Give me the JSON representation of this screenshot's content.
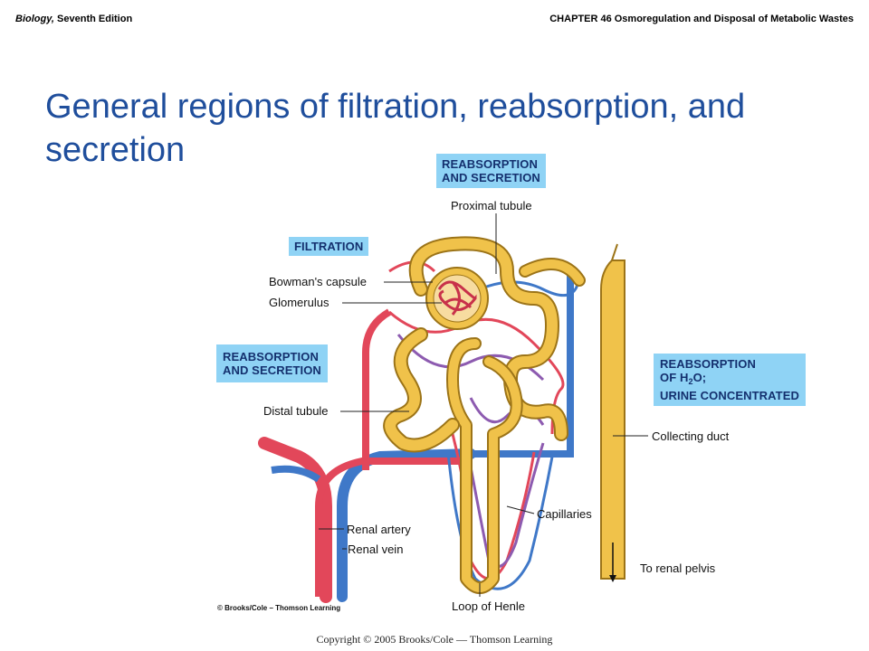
{
  "header": {
    "book_title": "Biology,",
    "book_edition": " Seventh Edition",
    "chapter": "CHAPTER 46 Osmoregulation and Disposal of Metabolic Wastes"
  },
  "slide": {
    "title": "General regions of filtration, reabsorption, and secretion"
  },
  "diagram": {
    "region_boxes": {
      "reabsorption_secretion_top_1": "REABSORPTION",
      "reabsorption_secretion_top_2": "AND SECRETION",
      "filtration": "FILTRATION",
      "reabsorption_secretion_left_1": "REABSORPTION",
      "reabsorption_secretion_left_2": "AND SECRETION",
      "reabsorption_water_1": "REABSORPTION",
      "reabsorption_water_2_prefix": "OF H",
      "reabsorption_water_2_sub": "2",
      "reabsorption_water_2_suffix": "O;",
      "reabsorption_water_3": "URINE CONCENTRATED"
    },
    "labels": {
      "proximal_tubule": "Proximal tubule",
      "bowmans_capsule": "Bowman's capsule",
      "glomerulus": "Glomerulus",
      "distal_tubule": "Distal tubule",
      "collecting_duct": "Collecting duct",
      "capillaries": "Capillaries",
      "renal_artery": "Renal artery",
      "renal_vein": "Renal vein",
      "to_renal_pelvis": "To renal pelvis",
      "loop_of_henle": "Loop of Henle"
    },
    "colors": {
      "tubule": "#f0c24a",
      "tubule_outline": "#9c7418",
      "artery": "#e2475a",
      "vein": "#3f78c8",
      "capillary_purple": "#8d5bb0",
      "box_fill": "#8fd3f5",
      "title_blue": "#1f4e9c"
    }
  },
  "footer": {
    "credit": "© Brooks/Cole – Thomson Learning",
    "copyright": "Copyright © 2005 Brooks/Cole — Thomson Learning"
  }
}
